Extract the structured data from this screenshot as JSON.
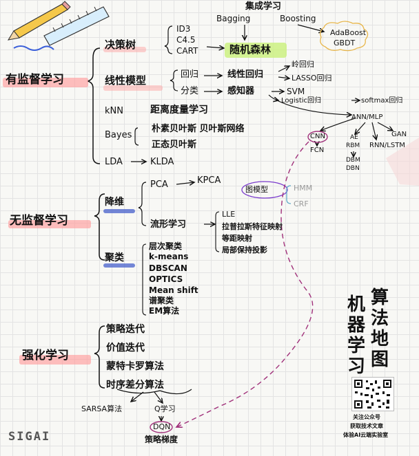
{
  "title_vertical": {
    "col1": "算法地图",
    "col2": "机器学习"
  },
  "brand": "SIGAI",
  "qr_caption": [
    "关注公众号",
    "获取技术文章",
    "体验AI云端实验室"
  ],
  "supervised": {
    "label": "有监督学习",
    "decision_tree": {
      "label": "决策树",
      "items": [
        "ID3",
        "C4.5",
        "CART"
      ]
    },
    "ensemble": {
      "title": "集成学习",
      "bagging": "Bagging",
      "boosting": "Boosting",
      "random_forest": "随机森林",
      "adaboost": "AdaBoost",
      "gbdt": "GBDT"
    },
    "linear": {
      "label": "线性模型",
      "regression": "回归",
      "linear_reg": "线性回归",
      "ridge": "岭回归",
      "lasso": "LASSO回归",
      "classification": "分类",
      "perceptron": "感知器",
      "svm": "SVM",
      "logistic": "Logistic回归",
      "softmax": "softmax回归"
    },
    "nn": {
      "ann": "ANN/MLP",
      "cnn": "CNN",
      "fcn": "FCN",
      "ae": "AE",
      "rbm": "RBM",
      "dbm": "DBM",
      "dbn": "DBN",
      "gan": "GAN",
      "rnn": "RNN/LSTM"
    },
    "knn": {
      "label": "kNN",
      "desc": "距离度量学习"
    },
    "bayes": {
      "label": "Bayes",
      "line1": "朴素贝叶斯  贝叶斯网络",
      "line2": "正态贝叶斯"
    },
    "lda": {
      "label": "LDA",
      "kl": "KLDA"
    }
  },
  "unsupervised": {
    "label": "无监督学习",
    "dim_reduction": {
      "label": "降维",
      "pca": "PCA",
      "kpca": "KPCA",
      "manifold": "流形学习",
      "methods": [
        "LLE",
        "拉普拉斯特征映射",
        "等距映射",
        "局部保持投影"
      ]
    },
    "graphical": {
      "label": "图模型",
      "hmm": "HMM",
      "crf": "CRF"
    },
    "clustering": {
      "label": "聚类",
      "methods": [
        "层次聚类",
        "k-means",
        "DBSCAN",
        "OPTICS",
        "Mean shift",
        "谱聚类",
        "EM算法"
      ]
    }
  },
  "reinforcement": {
    "label": "强化学习",
    "methods": [
      "策略迭代",
      "价值迭代",
      "蒙特卡罗算法",
      "时序差分算法"
    ],
    "sarsa": "SARSA算法",
    "q": "Q学习",
    "dqn": "DQN",
    "pg": "策略梯度"
  }
}
